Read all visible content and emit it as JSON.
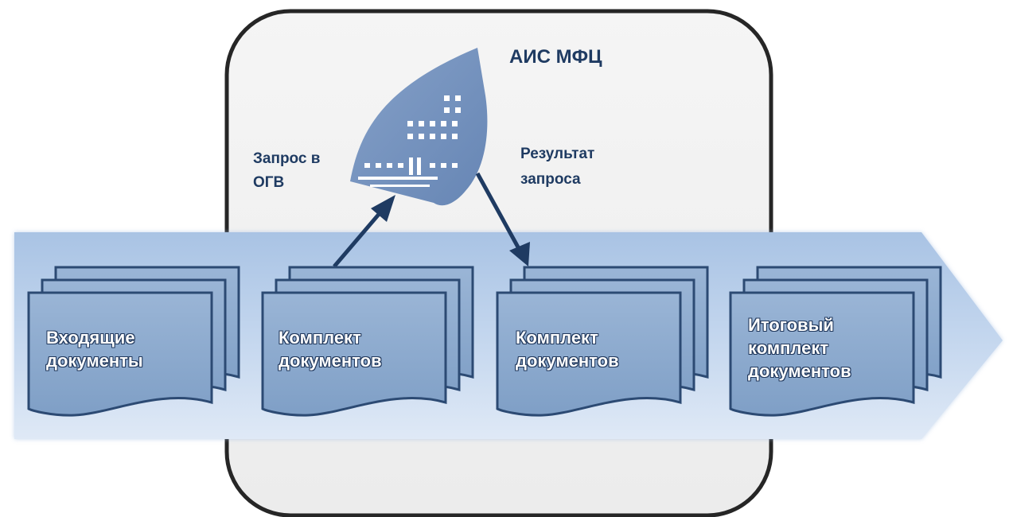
{
  "system": {
    "title": "АИС МФЦ"
  },
  "flows": {
    "request": {
      "line1": "Запрос в",
      "line2": "ОГВ"
    },
    "result": {
      "line1": "Результат",
      "line2": "запроса"
    }
  },
  "stages": [
    {
      "line1": "Входящие",
      "line2": "документы"
    },
    {
      "line1": "Комплект",
      "line2": "документов"
    },
    {
      "line1": "Комплект",
      "line2": "документов"
    },
    {
      "line1": "Итоговый",
      "line2": "комплект",
      "line3": "документов"
    }
  ],
  "colors": {
    "frame_fill": "#f2f2f2",
    "frame_stroke": "#262626",
    "band": "#b8cfe9",
    "document_fill": "#8aa8cc",
    "document_stroke": "#2c4a73",
    "arrow": "#1f3b62",
    "label_text": "#1f3b62"
  }
}
